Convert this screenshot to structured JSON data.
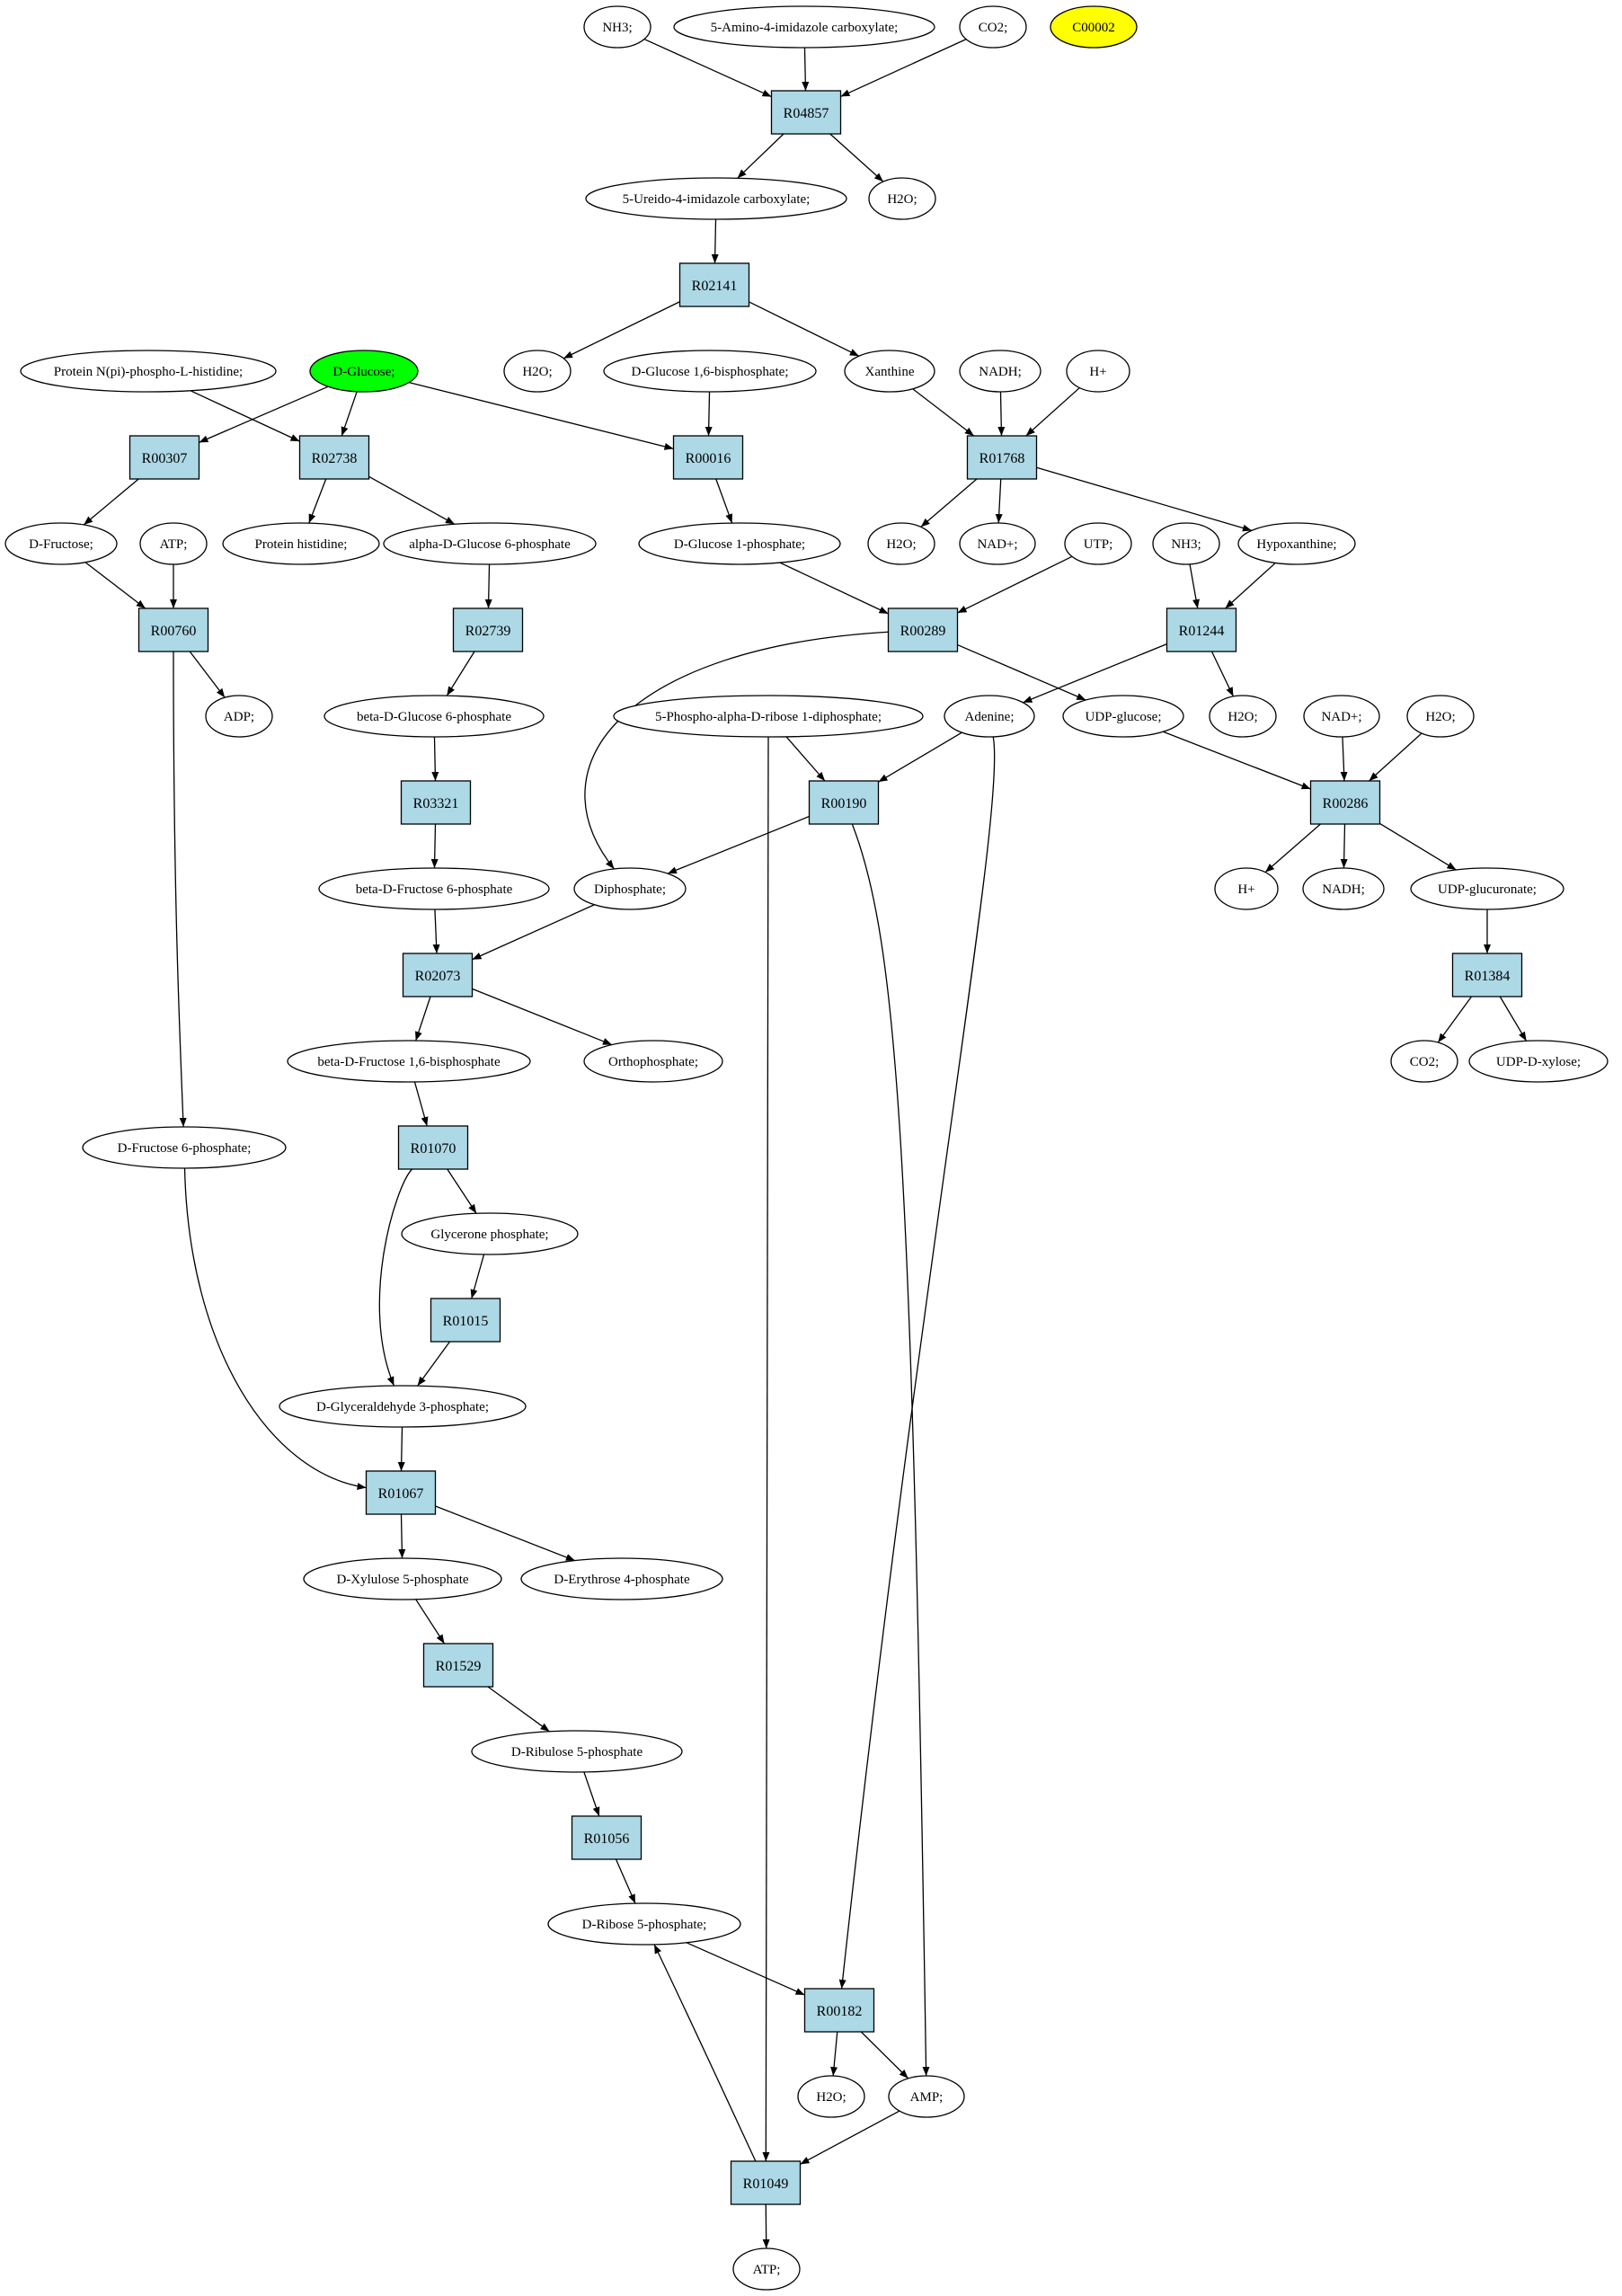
{
  "colors": {
    "reaction_fill": "#add8e6",
    "compound_fill": "#ffffff",
    "highlight_green": "#00ff00",
    "highlight_yellow": "#ffff00"
  },
  "compounds": [
    {
      "id": "nh3_a",
      "label": "NH3;"
    },
    {
      "id": "aic",
      "label": "5-Amino-4-imidazole carboxylate;"
    },
    {
      "id": "co2_a",
      "label": "CO2;"
    },
    {
      "id": "c00002",
      "label": "C00002",
      "highlight": "yellow"
    },
    {
      "id": "uic",
      "label": "5-Ureido-4-imidazole carboxylate;"
    },
    {
      "id": "h2o_a",
      "label": "H2O;"
    },
    {
      "id": "pnph",
      "label": "Protein N(pi)-phospho-L-histidine;"
    },
    {
      "id": "dglc",
      "label": "D-Glucose;",
      "highlight": "green"
    },
    {
      "id": "h2o_b",
      "label": "H2O;"
    },
    {
      "id": "g16bp",
      "label": "D-Glucose 1,6-bisphosphate;"
    },
    {
      "id": "xanthine",
      "label": "Xanthine"
    },
    {
      "id": "nadh_a",
      "label": "NADH;"
    },
    {
      "id": "hplus_a",
      "label": "H+"
    },
    {
      "id": "dfru",
      "label": "D-Fructose;"
    },
    {
      "id": "atp_a",
      "label": "ATP;"
    },
    {
      "id": "phis",
      "label": "Protein histidine;"
    },
    {
      "id": "ag6p",
      "label": "alpha-D-Glucose 6-phosphate"
    },
    {
      "id": "g1p",
      "label": "D-Glucose 1-phosphate;"
    },
    {
      "id": "h2o_c",
      "label": "H2O;"
    },
    {
      "id": "nadp_a",
      "label": "NAD+;"
    },
    {
      "id": "utp",
      "label": "UTP;"
    },
    {
      "id": "nh3_b",
      "label": "NH3;"
    },
    {
      "id": "hypox",
      "label": "Hypoxanthine;"
    },
    {
      "id": "adp",
      "label": "ADP;"
    },
    {
      "id": "bg6p",
      "label": "beta-D-Glucose 6-phosphate"
    },
    {
      "id": "prpp",
      "label": "5-Phospho-alpha-D-ribose 1-diphosphate;"
    },
    {
      "id": "adenine",
      "label": "Adenine;"
    },
    {
      "id": "udpg",
      "label": "UDP-glucose;"
    },
    {
      "id": "h2o_d",
      "label": "H2O;"
    },
    {
      "id": "nadp_b",
      "label": "NAD+;"
    },
    {
      "id": "h2o_e",
      "label": "H2O;"
    },
    {
      "id": "bf6p",
      "label": "beta-D-Fructose 6-phosphate"
    },
    {
      "id": "dip",
      "label": "Diphosphate;"
    },
    {
      "id": "hplus_b",
      "label": "H+"
    },
    {
      "id": "nadh_b",
      "label": "NADH;"
    },
    {
      "id": "udpgluc",
      "label": "UDP-glucuronate;"
    },
    {
      "id": "bf16bp",
      "label": "beta-D-Fructose 1,6-bisphosphate"
    },
    {
      "id": "orthop",
      "label": "Orthophosphate;"
    },
    {
      "id": "co2_b",
      "label": "CO2;"
    },
    {
      "id": "udpx",
      "label": "UDP-D-xylose;"
    },
    {
      "id": "df6p",
      "label": "D-Fructose 6-phosphate;"
    },
    {
      "id": "glyp",
      "label": "Glycerone phosphate;"
    },
    {
      "id": "g3p",
      "label": "D-Glyceraldehyde 3-phosphate;"
    },
    {
      "id": "x5p",
      "label": "D-Xylulose 5-phosphate"
    },
    {
      "id": "e4p",
      "label": "D-Erythrose 4-phosphate"
    },
    {
      "id": "ru5p",
      "label": "D-Ribulose 5-phosphate"
    },
    {
      "id": "r5p",
      "label": "D-Ribose 5-phosphate;"
    },
    {
      "id": "h2o_f",
      "label": "H2O;"
    },
    {
      "id": "amp",
      "label": "AMP;"
    },
    {
      "id": "atp_b",
      "label": "ATP;"
    }
  ],
  "reactions": [
    {
      "id": "r04857",
      "label": "R04857"
    },
    {
      "id": "r02141",
      "label": "R02141"
    },
    {
      "id": "r00307",
      "label": "R00307"
    },
    {
      "id": "r02738",
      "label": "R02738"
    },
    {
      "id": "r00016",
      "label": "R00016"
    },
    {
      "id": "r01768",
      "label": "R01768"
    },
    {
      "id": "r00760",
      "label": "R00760"
    },
    {
      "id": "r02739",
      "label": "R02739"
    },
    {
      "id": "r00289",
      "label": "R00289"
    },
    {
      "id": "r01244",
      "label": "R01244"
    },
    {
      "id": "r03321",
      "label": "R03321"
    },
    {
      "id": "r00190",
      "label": "R00190"
    },
    {
      "id": "r00286",
      "label": "R00286"
    },
    {
      "id": "r02073",
      "label": "R02073"
    },
    {
      "id": "r01384",
      "label": "R01384"
    },
    {
      "id": "r01070",
      "label": "R01070"
    },
    {
      "id": "r01015",
      "label": "R01015"
    },
    {
      "id": "r01067",
      "label": "R01067"
    },
    {
      "id": "r01529",
      "label": "R01529"
    },
    {
      "id": "r01056",
      "label": "R01056"
    },
    {
      "id": "r00182",
      "label": "R00182"
    },
    {
      "id": "r01049",
      "label": "R01049"
    }
  ],
  "edges": [
    [
      "nh3_a",
      "r04857"
    ],
    [
      "aic",
      "r04857"
    ],
    [
      "co2_a",
      "r04857"
    ],
    [
      "r04857",
      "uic"
    ],
    [
      "r04857",
      "h2o_a"
    ],
    [
      "uic",
      "r02141"
    ],
    [
      "r02141",
      "h2o_b"
    ],
    [
      "r02141",
      "xanthine"
    ],
    [
      "dglc",
      "r00307"
    ],
    [
      "dglc",
      "r02738"
    ],
    [
      "pnph",
      "r02738"
    ],
    [
      "dglc",
      "r00016"
    ],
    [
      "g16bp",
      "r00016"
    ],
    [
      "xanthine",
      "r01768"
    ],
    [
      "nadh_a",
      "r01768"
    ],
    [
      "hplus_a",
      "r01768"
    ],
    [
      "r00307",
      "dfru"
    ],
    [
      "r02738",
      "phis"
    ],
    [
      "r02738",
      "ag6p"
    ],
    [
      "r00016",
      "g1p"
    ],
    [
      "r01768",
      "h2o_c"
    ],
    [
      "r01768",
      "nadp_a"
    ],
    [
      "r01768",
      "hypox"
    ],
    [
      "dfru",
      "r00760"
    ],
    [
      "atp_a",
      "r00760"
    ],
    [
      "r00760",
      "adp"
    ],
    [
      "r00760",
      "df6p"
    ],
    [
      "ag6p",
      "r02739"
    ],
    [
      "r02739",
      "bg6p"
    ],
    [
      "g1p",
      "r00289"
    ],
    [
      "utp",
      "r00289"
    ],
    [
      "r00289",
      "udpg"
    ],
    [
      "r00289",
      "dip"
    ],
    [
      "nh3_b",
      "r01244"
    ],
    [
      "hypox",
      "r01244"
    ],
    [
      "r01244",
      "h2o_d"
    ],
    [
      "r01244",
      "adenine"
    ],
    [
      "bg6p",
      "r03321"
    ],
    [
      "r03321",
      "bf6p"
    ],
    [
      "prpp",
      "r00190"
    ],
    [
      "adenine",
      "r00190"
    ],
    [
      "r00190",
      "dip"
    ],
    [
      "r00190",
      "amp"
    ],
    [
      "prpp",
      "r01049"
    ],
    [
      "adenine",
      "r00182"
    ],
    [
      "udpg",
      "r00286"
    ],
    [
      "nadp_b",
      "r00286"
    ],
    [
      "h2o_e",
      "r00286"
    ],
    [
      "r00286",
      "hplus_b"
    ],
    [
      "r00286",
      "nadh_b"
    ],
    [
      "r00286",
      "udpgluc"
    ],
    [
      "bf6p",
      "r02073"
    ],
    [
      "dip",
      "r02073"
    ],
    [
      "r02073",
      "bf16bp"
    ],
    [
      "r02073",
      "orthop"
    ],
    [
      "udpgluc",
      "r01384"
    ],
    [
      "r01384",
      "co2_b"
    ],
    [
      "r01384",
      "udpx"
    ],
    [
      "bf16bp",
      "r01070"
    ],
    [
      "r01070",
      "glyp"
    ],
    [
      "r01070",
      "g3p"
    ],
    [
      "glyp",
      "r01015"
    ],
    [
      "r01015",
      "g3p"
    ],
    [
      "df6p",
      "r01067"
    ],
    [
      "g3p",
      "r01067"
    ],
    [
      "r01067",
      "x5p"
    ],
    [
      "r01067",
      "e4p"
    ],
    [
      "x5p",
      "r01529"
    ],
    [
      "r01529",
      "ru5p"
    ],
    [
      "ru5p",
      "r01056"
    ],
    [
      "r01056",
      "r5p"
    ],
    [
      "r5p",
      "r00182"
    ],
    [
      "r00182",
      "h2o_f"
    ],
    [
      "r00182",
      "amp"
    ],
    [
      "amp",
      "r01049"
    ],
    [
      "r01049",
      "r5p"
    ],
    [
      "r01049",
      "atp_b"
    ]
  ]
}
